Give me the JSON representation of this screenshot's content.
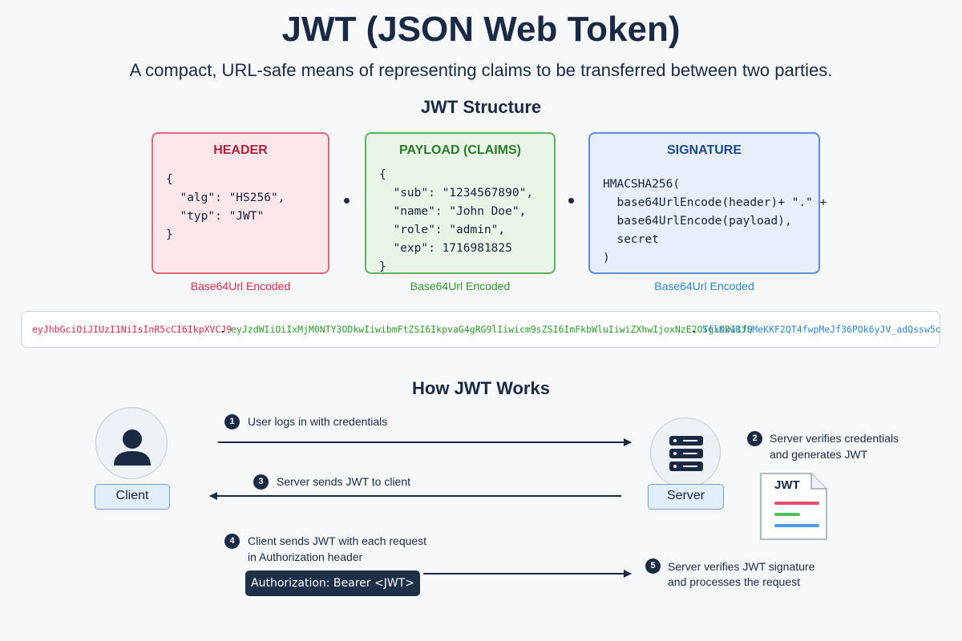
{
  "title": "JWT (JSON Web Token)",
  "subtitle": "A compact, URL-safe means of representing claims to be transferred between two parties.",
  "structure": {
    "title": "JWT Structure",
    "header": {
      "title": "HEADER",
      "code": "{\n  \"alg\": \"HS256\",\n  \"typ\": \"JWT\"\n}",
      "encoding": "Base64Url Encoded"
    },
    "payload": {
      "title": "PAYLOAD (CLAIMS)",
      "code": "{\n  \"sub\": \"1234567890\",\n  \"name\": \"John Doe\",\n  \"role\": \"admin\",\n  \"exp\": 1716981825\n}",
      "encoding": "Base64Url Encoded"
    },
    "signature": {
      "title": "SIGNATURE",
      "code": "HMACSHA256(\n  base64UrlEncode(header)+ \".\" +\n  base64UrlEncode(payload),\n  secret\n)",
      "encoding": "Base64Url Encoded"
    }
  },
  "token": {
    "header_part": "eyJhbGciOiJIUzI1NiIsInR5cCI6IkpXVCJ9",
    "payload_part": "eyJzdWIiOiIxMjM0NTY3ODkwIiwibmFtZSI6IkpvaG4gRG9lIiwicm9sZSI6ImFkbWluIiwiZXhwIjoxNzE2OTgxODI1fQ",
    "signature_part": "SflKxwRJSMeKKF2QT4fwpMeJf36POk6yJV_adQssw5c",
    "separator": "."
  },
  "how": {
    "title": "How JWT Works",
    "client_label": "Client",
    "server_label": "Server",
    "steps": [
      {
        "num": "1",
        "text": "User logs in with credentials"
      },
      {
        "num": "2",
        "line1": "Server verifies credentials",
        "line2": "and generates JWT"
      },
      {
        "num": "3",
        "text": "Server sends JWT to client"
      },
      {
        "num": "4",
        "line1": "Client sends JWT with each request",
        "line2": "in Authorization header"
      },
      {
        "num": "5",
        "line1": "Server verifies JWT signature",
        "line2": "and processes the request"
      }
    ],
    "auth_header": "Authorization: Bearer <JWT>",
    "doc_label": "JWT"
  },
  "colors": {
    "header": "#e0284a",
    "payload": "#2e9a2e",
    "signature": "#2f86d8",
    "navy": "#1b2a44"
  }
}
